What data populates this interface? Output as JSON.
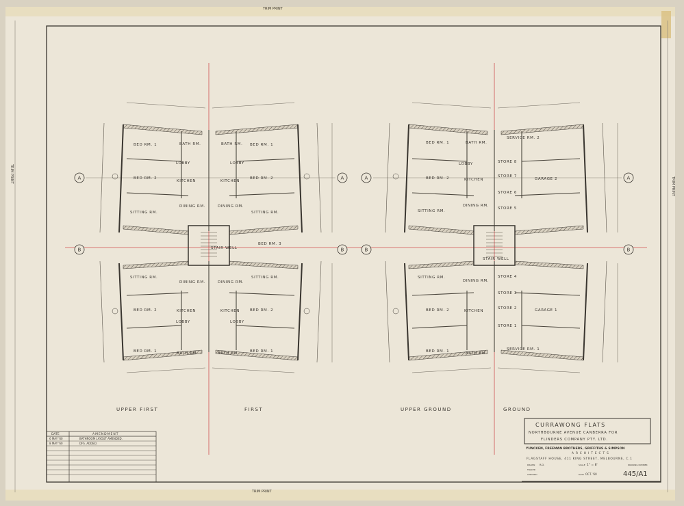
{
  "sheet": {
    "trim_label": "TRIM PRINT",
    "grid_markers": [
      "A",
      "A",
      "A",
      "A",
      "B",
      "B",
      "B",
      "B"
    ],
    "plan_titles": [
      "UPPER FIRST",
      "FIRST",
      "UPPER GROUND",
      "GROUND"
    ],
    "colors": {
      "paper": "#ece6d8",
      "ink": "#3a3630",
      "centerline": "#d05050",
      "tape": "#e6d9b0"
    }
  },
  "rooms": [
    "BED RM. 1",
    "BATH RM.",
    "BATH RM.",
    "BED RM. 1",
    "LOBBY",
    "LOBBY",
    "BED RM. 2",
    "KITCHEN",
    "KITCHEN",
    "BED RM. 2",
    "DINING RM.",
    "DINING RM.",
    "SITTING RM.",
    "SITTING RM.",
    "STAIR WELL",
    "BED RM. 3",
    "SITTING RM.",
    "DINING RM.",
    "DINING RM.",
    "SITTING RM.",
    "BED RM. 2",
    "KITCHEN",
    "KITCHEN",
    "BED RM. 2",
    "LOBBY",
    "LOBBY",
    "BED RM. 1",
    "BATH RM.",
    "BATH RM.",
    "BED RM. 1",
    "BED RM. 1",
    "BATH RM.",
    "SERVICE RM. 2",
    "STORE 8",
    "LOBBY",
    "BED RM. 2",
    "KITCHEN",
    "STORE 7",
    "GARAGE 2",
    "STORE 6",
    "DINING RM.",
    "SITTING RM.",
    "STORE 5",
    "STAIR WELL",
    "SITTING RM.",
    "DINING RM.",
    "STORE 4",
    "STORE 3",
    "GARAGE 1",
    "BED RM. 2",
    "KITCHEN",
    "STORE 2",
    "STORE 1",
    "BED RM. 1",
    "BATH RM.",
    "SERVICE RM. 1"
  ],
  "title_block": {
    "project": "CURRAWONG        FLATS",
    "location_line": "NORTHBOURNE  AVENUE  CANBERRA  FOR",
    "client_line": "FLINDERS  COMPANY  PTY.  LTD.",
    "architects": "YUNCKEN, FREEMAN BROTHERS, GRIFFITHS & SIMPSON",
    "architects_sub": "ARCHITECTS",
    "address": "FLAGSTAFF HOUSE, 411 KING STREET, MELBOURNE, C.1",
    "drawn_label": "DRAWN",
    "drawn_value": "R.D.",
    "traced_label": "TRACED",
    "checked_label": "CHECKED",
    "scale_label": "SCALE",
    "scale_value": "1\" = 8'",
    "date_label": "DATE",
    "date_value": "OCT. '60",
    "drawing_number_label": "DRAWING NUMBER",
    "drawing_number": "445/A1"
  },
  "amendments": {
    "headers": [
      "DATE",
      "AMENDMENT"
    ],
    "rows": [
      {
        "date": "6 MAY '60",
        "text": "BATHROOM  LAYOUT  AMENDED."
      },
      {
        "date": "8 MAY '60",
        "text": "DFS.  ADDED."
      }
    ]
  }
}
